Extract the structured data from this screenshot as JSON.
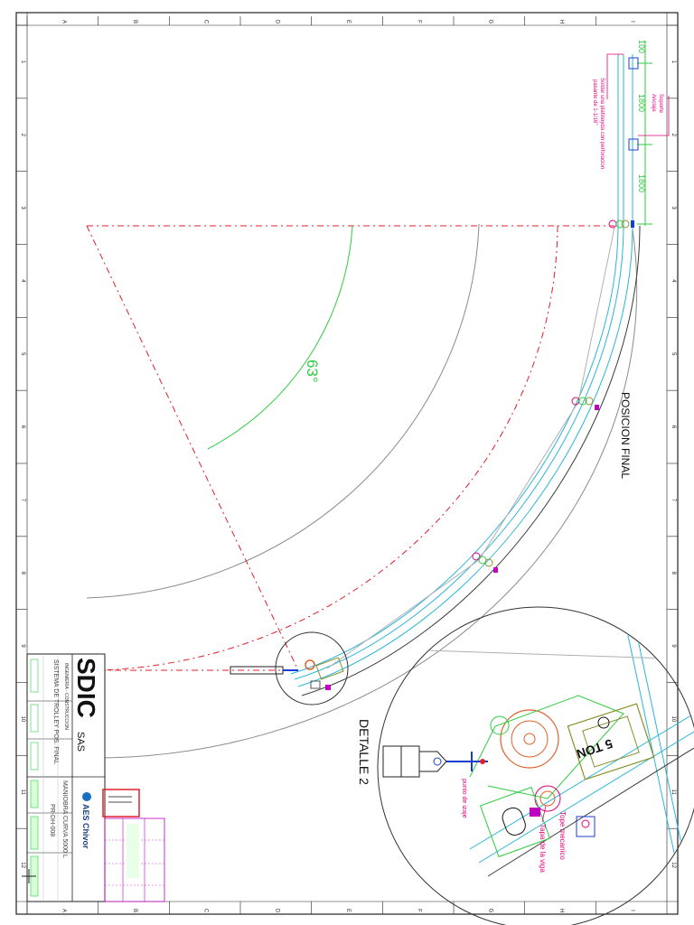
{
  "drawing": {
    "angle_label": "63°",
    "position_label": "POSICION FINAL",
    "detail_label": "DETALLE 2",
    "notes": {
      "soporte": "Soporte\nAnclaje",
      "soldar": "Soldar una platinayda con perforacion\npasante de 1-1/16\""
    },
    "dims": {
      "d100": "100",
      "d1800a": "1800",
      "d1800b": "1800"
    },
    "detail_notes": {
      "punto_izaje": "punto de izaje",
      "tope": "Tope mecanico",
      "tapa": "Tapa de la viga",
      "ton": "5 TON"
    }
  },
  "frame": {
    "top_markers": [
      "A",
      "B",
      "C",
      "D",
      "E",
      "F",
      "G",
      "H",
      "I"
    ],
    "side_markers": [
      "1",
      "2",
      "3",
      "4",
      "5",
      "6",
      "7",
      "8",
      "9",
      "10",
      "11",
      "12"
    ]
  },
  "title_block": {
    "company": "SDIC",
    "company_suffix": "SAS",
    "tagline": "INGENIERIA - CONSTRUCCION",
    "project": "SISTEMA DE TROLLEY POS. FINAL",
    "client_logo": "AES Chivor",
    "description": "MANIOBRA CURVA 5000 L",
    "code": "PR-DH-008"
  },
  "colors": {
    "rail_cyan": "#29b6d8",
    "construction_red": "#e0202a",
    "dim_green": "#2ecc40",
    "note_magenta": "#e4007c",
    "olive": "#8a8f2a",
    "blue": "#1a3fd0",
    "grey": "#9a9a9a"
  }
}
